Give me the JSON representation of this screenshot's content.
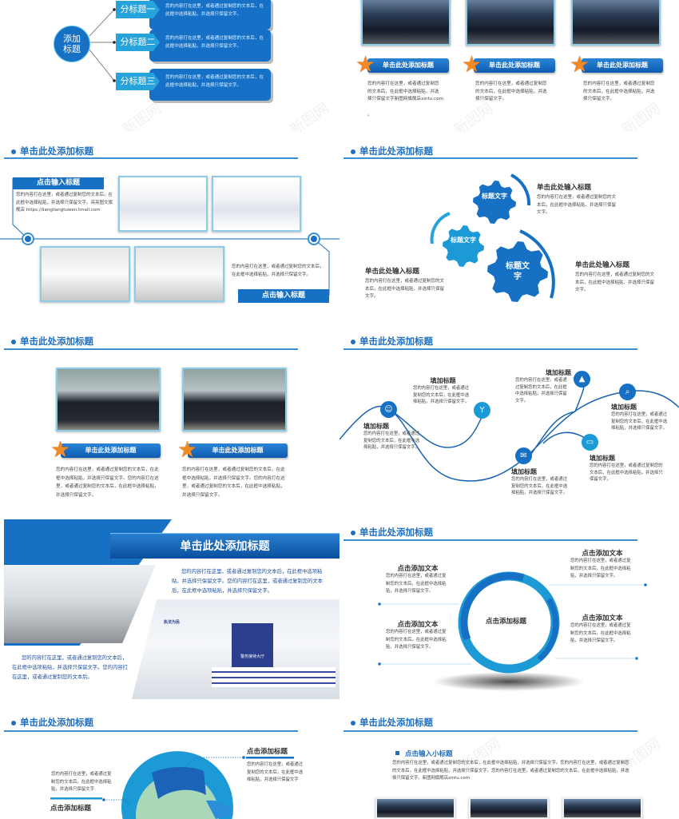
{
  "common": {
    "section_title": "单击此处添加标题",
    "body_short": "您的内容打在这里，或者通过复制您的文本后，在此框中选择粘贴，并选择只保留文字。",
    "watermark": "新图网"
  },
  "slide1": {
    "center": "添加标题",
    "items": [
      {
        "label": "分标题一",
        "text": "您的内容打在这里，或者通过复制您的文本后，在此框中选择粘贴，并选择只保留文字。"
      },
      {
        "label": "分标题二",
        "text": "您的内容打在这里，或者通过复制您的文本后，在此框中选择粘贴，并选择只保留文字。"
      },
      {
        "label": "分标题三",
        "text": "您的内容打在这里，或者通过复制您的文本后，在此框中选择粘贴，并选择只保留文字。"
      }
    ]
  },
  "slide2": {
    "cards": [
      {
        "title": "单击此处添加标题",
        "text": "您的内容打在这里，或者通过复制您的文本后，在此框中选择粘贴，并选择只保留文字新图网旗舰店xintu.com",
        "extra": "。"
      },
      {
        "title": "单击此处添加标题",
        "text": "您的内容打在这里，或者通过复制您的文本后，在此框中选择粘贴，并选择只保留文字。"
      },
      {
        "title": "单击此处添加标题",
        "text": "您的内容打在这里，或者通过复制您的文本后，在此框中选择粘贴，并选择只保留文字。"
      }
    ]
  },
  "slide3": {
    "title": "单击此处添加标题",
    "box1_title": "点击输入标题",
    "box1_text": "您的内容打在这里，或者通过复制您的文本后，在此框中选择粘贴，并选择只保留文字。亮亮图文旗舰店 https://liangliangtuwen.tmall.com",
    "box2_text": "您的内容打在这里，或者通过复制您的文本后，在此框中选择粘贴，并选择只保留文字。",
    "box2_title": "点击输入标题"
  },
  "slide4": {
    "title": "单击此处添加标题",
    "gears": [
      "标题文字",
      "标题文字",
      "标题文字"
    ],
    "blocks": [
      {
        "title": "单击此处输入标题",
        "text": "您的内容打在这里，或者通过复制您的文本后，在此框中选择粘贴，并选择只保留文字。"
      },
      {
        "title": "单击此处输入标题",
        "text": "您的内容打在这里，或者通过复制您的文本后，在此框中选择粘贴，并选择只保留文字。"
      },
      {
        "title": "单击此处输入标题",
        "text": "您的内容打在这里，或者通过复制您的文本后，在此框中选择粘贴，并选择只保留文字。"
      }
    ]
  },
  "slide5": {
    "title": "单击此处添加标题",
    "cards": [
      {
        "title": "单击此处添加标题",
        "text": "您的内容打在这里，或者通过复制您的文本后，在此框中选择粘贴，并选择只保留文字。您的内容打在这里，或者通过复制您的文本后，在此框中选择粘贴，并选择只保留文字。"
      },
      {
        "title": "单击此处添加标题",
        "text": "您的内容打在这里，或者通过复制您的文本后，在此框中选择粘贴，并选择只保留文字。您的内容打在这里，或者通过复制您的文本后，在此框中选择粘贴，并选择只保留文字。"
      }
    ]
  },
  "slide6": {
    "title": "单击此处添加标题",
    "points": [
      {
        "title": "填加标题",
        "icon": "users",
        "text": "您的内容打在这里，或者通过复制您的文本后，在此框中选择粘贴，并选择只保留文字。"
      },
      {
        "title": "填加标题",
        "icon": "fork",
        "text": "您的内容打在这里，或者通过复制您的文本后，在此框中选择粘贴，并选择只保留文字。"
      },
      {
        "title": "填加标题",
        "icon": "mail",
        "text": "您的内容打在这里，或者通过复制您的文本后，在此框中选择粘贴，并选择只保留文字。"
      },
      {
        "title": "填加标题",
        "icon": "chart",
        "text": "您的内容打在这里，或者通过复制您的文本后，在此框中选择粘贴，并选择只保留文字。"
      },
      {
        "title": "填加标题",
        "icon": "laptop",
        "text": "您的内容打在这里，或者通过复制您的文本后，在此框中选择粘贴，并选择只保留文字。"
      },
      {
        "title": "填加标题",
        "icon": "search",
        "text": "您的内容打在这里，或者通过复制您的文本后，在此框中选择粘贴，并选择只保留文字。"
      }
    ]
  },
  "slide7": {
    "title": "单击此处添加标题",
    "text_right": "您的内容打在这里，或者通过复制您的文本后，在此框中选项粘贴，并选择只保留文字。您的内容打在这里，或者通过复制您的文本后，在此框中选项粘贴，并选择只保留文字。",
    "text_left": "您的内容打在这里，或者通过复制您的文本后，在此框中选项粘贴，并选择只保留文字。您的内容打在这里，或者通过复制您的文本后。",
    "sign": "警务接待大厅",
    "wall": "执法为民"
  },
  "slide8": {
    "title": "单击此处添加标题",
    "center": "点击添加标题",
    "blocks": [
      {
        "title": "点击添加文本",
        "text": "您的内容打在这里，或者通过复制您的文本后，在此框中选择粘贴，并选择只保留文字。"
      },
      {
        "title": "点击添加文本",
        "text": "您的内容打在这里，或者通过复制您的文本后，在此框中选择粘贴，并选择只保留文字。"
      },
      {
        "title": "点击添加文本",
        "text": "您的内容打在这里，或者通过复制您的文本后，在此框中选择粘贴，并选择只保留文字。"
      },
      {
        "title": "点击添加文本",
        "text": "您的内容打在这里，或者通过复制您的文本后，在此框中选择粘贴，并选择只保留文字。"
      }
    ]
  },
  "slide9": {
    "title": "单击此处添加标题",
    "right_title": "点击添加标题",
    "right_text": "您的内容打在这里，或者通过复制您的文本后，在此框中选择粘贴，并选择只保留文字",
    "left_text": "您的内容打在这里，或者通过复制您的文本后，在此框中选择粘贴，并选择只保留文字",
    "left_title": "点击添加标题"
  },
  "slide10": {
    "title": "单击此处添加标题",
    "subtitle": "点击输入小标题",
    "text": "您的内容打在这里，或者通过复制您的文本后，在此框中选择粘贴，并选择只保留文字。您的内容打在这里，或者通过复制您的文本后，在此框中选择粘贴，并选择只保留文字。您的内容打在这里，或者通过复制您的文本后，在此框中选择粘贴，并选择只保留文字。新图网旗舰店xintu.com"
  },
  "colors": {
    "primary": "#1670c4",
    "light": "#27a3dc",
    "star": "#f08a24"
  }
}
